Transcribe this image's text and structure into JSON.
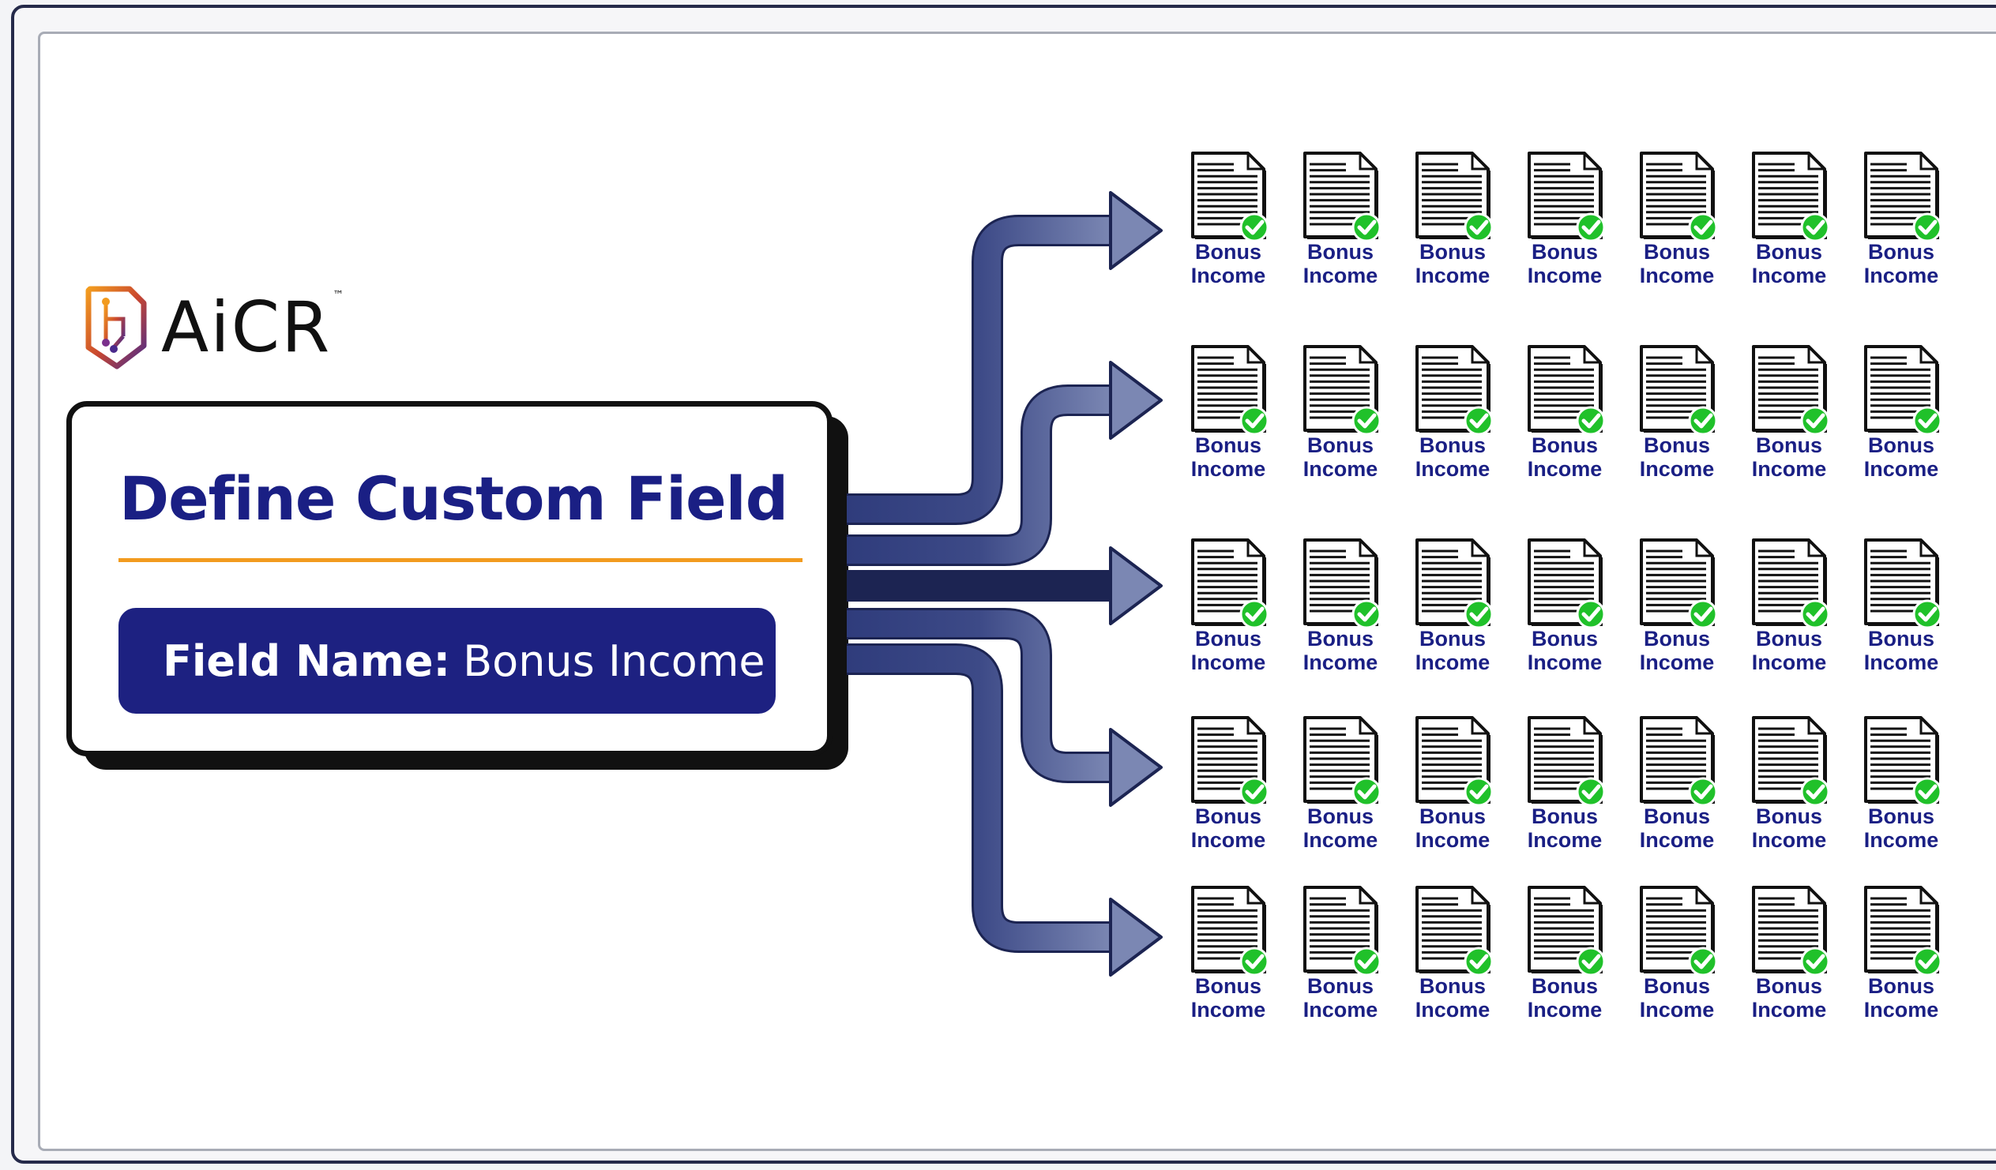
{
  "brand": {
    "name": "AiCR",
    "trademark": "™"
  },
  "card": {
    "title": "Define Custom Field",
    "field_key": "Field Name:",
    "field_value": "Bonus Income"
  },
  "documents": {
    "rows": 5,
    "columns": 7,
    "label_line1": "Bonus",
    "label_line2": "Income",
    "status": "extracted",
    "check_icon": "check-circle-icon"
  },
  "colors": {
    "title_blue": "#1a1f84",
    "pill_blue": "#1d2181",
    "accent_orange": "#f29b1f",
    "arrow_blue": "#3d4a87",
    "check_green": "#20c12a"
  }
}
